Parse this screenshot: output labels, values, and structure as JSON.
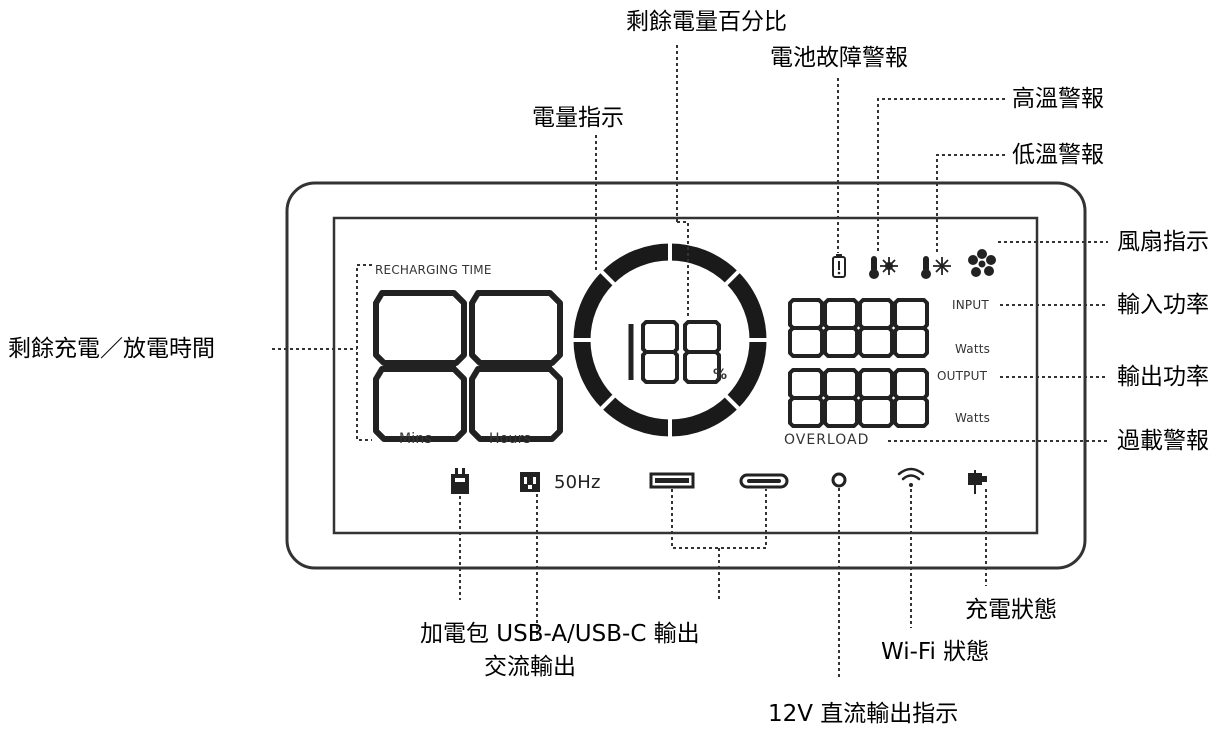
{
  "callouts": {
    "battery_percent": "剩餘電量百分比",
    "battery_fault": "電池故障警報",
    "high_temp": "高溫警報",
    "level_indicator": "電量指示",
    "low_temp": "低溫警報",
    "fan": "風扇指示",
    "input_power": "輸入功率",
    "remaining_time": "剩餘充電／放電時間",
    "output_power": "輸出功率",
    "overload": "過載警報",
    "charging_status": "充電狀態",
    "extra_battery_usb": "加電包 USB-A/USB-C 輸出",
    "wifi_status": "Wi-Fi 狀態",
    "ac_output": "交流輸出",
    "dc_output": "12V 直流輸出指示"
  },
  "lcd": {
    "recharging_time": "RECHARGING TIME",
    "mins": "Mins",
    "hours": "Hours",
    "percent_sign": "%",
    "input": "INPUT",
    "output": "OUTPUT",
    "watts_input": "Watts",
    "watts_output": "Watts",
    "overload": "OVERLOAD",
    "frequency": "50Hz"
  },
  "icons": [
    "battery-fault-icon",
    "high-temp-icon",
    "low-temp-icon",
    "fan-icon",
    "extra-battery-icon",
    "ac-outlet-icon",
    "usb-a-icon",
    "usb-c-icon",
    "dc-port-icon",
    "wifi-icon",
    "charging-icon"
  ]
}
